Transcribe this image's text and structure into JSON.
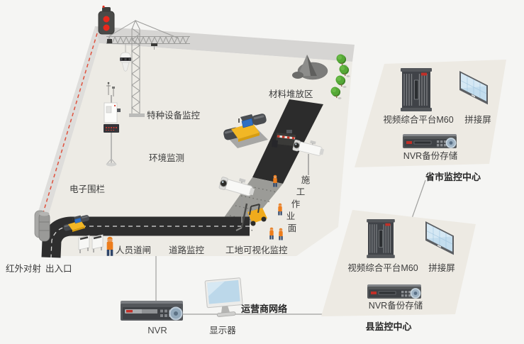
{
  "site": {
    "labels": {
      "special_equipment": "特种设备监控",
      "environment": "环境监测",
      "electronic_fence": "电子围栏",
      "material_area": "材料堆放区",
      "infrared": "红外对射",
      "entrance": "出入口",
      "personnel_gate": "人员道闸",
      "road_monitoring": "道路监控",
      "site_visual_monitoring": "工地可视化监控",
      "work_face_chars": [
        "施",
        "工",
        "作",
        "业",
        "面"
      ]
    }
  },
  "network": {
    "nvr": "NVR",
    "monitor": "显示器",
    "operator": "运营商网络"
  },
  "provincial_center": {
    "platform": "视频综合平台M60",
    "video_wall": "拼接屏",
    "nvr_backup": "NVR备份存储",
    "title": "省市监控中心"
  },
  "county_center": {
    "platform": "视频综合平台M60",
    "video_wall": "拼接屏",
    "nvr_backup": "NVR备份存储",
    "title": "县监控中心"
  },
  "colors": {
    "background": "#f5f5f3",
    "site_floor": "#edebe5",
    "wall": "#d6d5d3",
    "road": "#2e2e2e",
    "fence_red": "#e0513d",
    "machine_yellow": "#f2b725",
    "tree_green": "#55a836",
    "screen_blue": "#c2dcee",
    "text": "#3c3c3c"
  }
}
